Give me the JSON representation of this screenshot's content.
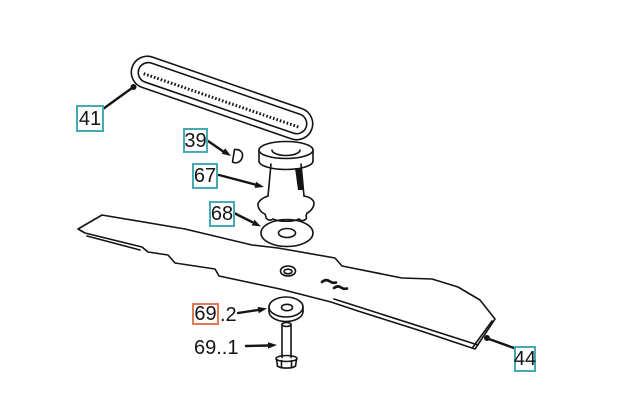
{
  "colors": {
    "callout_box_teal": "#45aab5",
    "callout_box_orange": "#e17a52",
    "line_color": "#141414",
    "background": "#ffffff"
  },
  "callouts": {
    "belt": {
      "label": "41"
    },
    "key": {
      "label": "39"
    },
    "mandrel": {
      "label": "67"
    },
    "mandrel_washer": {
      "label": "68"
    },
    "blade_washer": {
      "label": "69",
      "suffix": ".2"
    },
    "blade_bolt": {
      "label": "69..1"
    },
    "blade": {
      "label": "44"
    }
  }
}
